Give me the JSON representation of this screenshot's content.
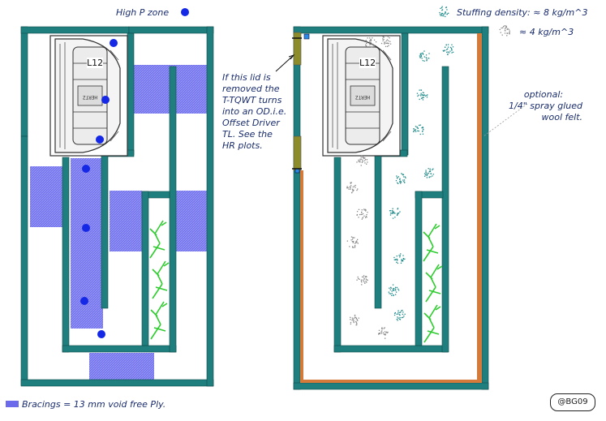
{
  "labels": {
    "high_p_zone": "High P zone",
    "stuffing_high": "Stuffing density: ≈ 8 kg/m^3",
    "stuffing_low": "≈ 4 kg/m^3",
    "driver_left": "L12",
    "driver_right": "L12",
    "lid_note": [
      "If this lid is",
      "removed the",
      "T-TQWT turns",
      "into an OD.i.e.",
      "Offset Driver",
      "TL. See the",
      "HR plots."
    ],
    "felt_note": [
      "optional:",
      "1/4\" spray glued",
      "wool felt."
    ],
    "bracing_legend": "Bracings = 13 mm void free Ply.",
    "credit": "@BG09"
  },
  "colors": {
    "panel": "#1f7f7f",
    "bracing": "#6a6aea",
    "pressure_dot": "#1428e6",
    "felt": "#d47a3a",
    "lid": "#8c8c2a",
    "damping": "#2ecc2e",
    "stuff_dense": "#1f8a8a",
    "stuff_light": "#8a8a8a",
    "text": "#1a2d6e"
  },
  "icons": {
    "stuff_dense": "dense-stuffing-icon",
    "stuff_light": "light-stuffing-icon"
  }
}
